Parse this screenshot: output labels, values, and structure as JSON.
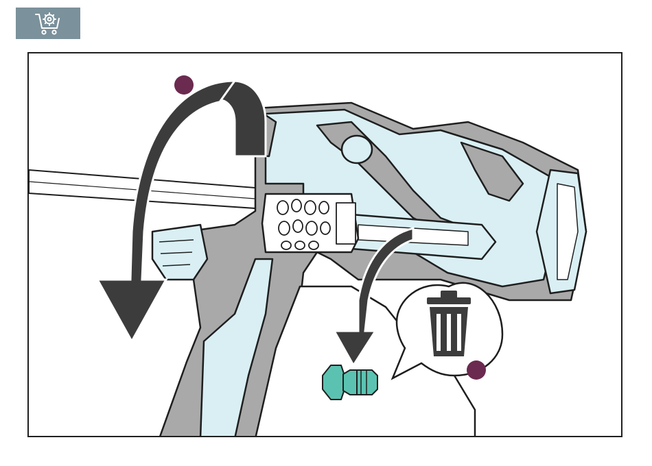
{
  "header": {
    "badge_icon": "cart-settings-icon",
    "badge_color": "#7b919b"
  },
  "illustration": {
    "tool": "spray-gun-cutaway",
    "steps": [
      {
        "marker": "step-dot",
        "action": "rotate-counterclockwise",
        "arrow": "curved-arrow"
      },
      {
        "marker": "step-dot",
        "action": "remove-and-discard",
        "arrow": "drop-arrow",
        "icon": "trash-icon"
      }
    ],
    "part": "valve-insert",
    "colors": {
      "body_gray": "#a7a7a7",
      "cutaway_blue": "#d9eff4",
      "outline": "#1e1e1e",
      "arrow_dark": "#3c3c3c",
      "part_teal": "#5bc2b1",
      "step_dot": "#6b2a4f"
    }
  }
}
